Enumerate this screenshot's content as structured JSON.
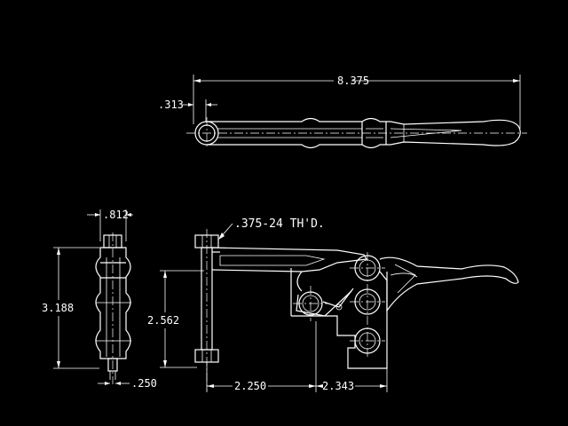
{
  "drawing": {
    "background": "#000000",
    "line_color": "#ffffff",
    "dimensions": {
      "overall_length": "8.375",
      "handle_offset": ".313",
      "side_width": ".812",
      "side_height": "3.188",
      "bolt_dia": ".250",
      "spindle_height": "2.562",
      "base_left": "2.250",
      "base_right": "2.343"
    },
    "thread_note": ".375-24 TH'D."
  }
}
